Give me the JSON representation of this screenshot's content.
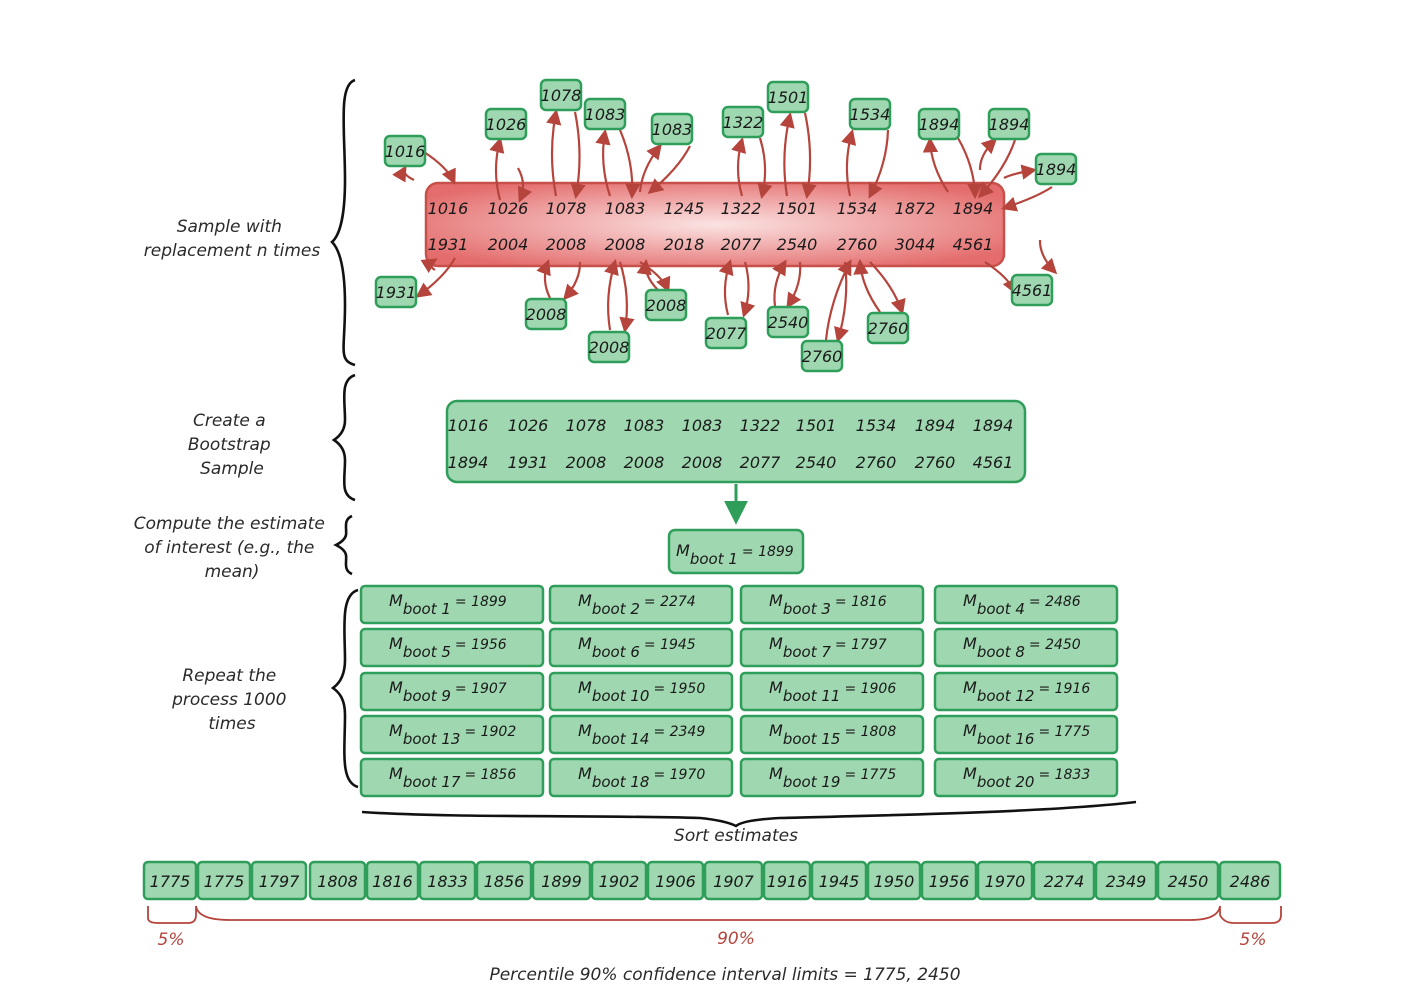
{
  "colors": {
    "green_fill": "#9fd8b0",
    "green_stroke": "#2f9e5a",
    "red_fill": "#e98282",
    "red_stroke": "#c8504a",
    "arrow": "#b5443c"
  },
  "steps": {
    "sample": [
      "Sample with",
      "replacement n times"
    ],
    "bootstrap": [
      "Create a",
      "Bootstrap",
      "Sample"
    ],
    "compute": [
      "Compute the estimate",
      "of interest (e.g., the",
      "mean)"
    ],
    "repeat": [
      "Repeat the",
      "process 1000",
      "times"
    ]
  },
  "original_sample": {
    "row1": [
      "1016",
      "1026",
      "1078",
      "1083",
      "1245",
      "1322",
      "1501",
      "1534",
      "1872",
      "1894"
    ],
    "row2": [
      "1931",
      "2004",
      "2008",
      "2008",
      "2018",
      "2077",
      "2540",
      "2760",
      "3044",
      "4561"
    ]
  },
  "draws": [
    "1016",
    "1026",
    "1078",
    "1083",
    "1083",
    "1322",
    "1501",
    "1534",
    "1894",
    "1894",
    "1894",
    "1931",
    "2008",
    "2008",
    "2008",
    "2077",
    "2540",
    "2760",
    "2760",
    "4561"
  ],
  "bootstrap_sample": {
    "row1": [
      "1016",
      "1026",
      "1078",
      "1083",
      "1083",
      "1322",
      "1501",
      "1534",
      "1894",
      "1894"
    ],
    "row2": [
      "1894",
      "1931",
      "2008",
      "2008",
      "2008",
      "2077",
      "2540",
      "2760",
      "2760",
      "4561"
    ]
  },
  "estimate": {
    "prefix": "M",
    "sub": "boot 1",
    "value": "= 1899"
  },
  "boot_estimates": [
    {
      "sub": "boot 1",
      "value": "= 1899"
    },
    {
      "sub": "boot 2",
      "value": "= 2274"
    },
    {
      "sub": "boot 3",
      "value": "= 1816"
    },
    {
      "sub": "boot 4",
      "value": "= 2486"
    },
    {
      "sub": "boot 5",
      "value": "= 1956"
    },
    {
      "sub": "boot 6",
      "value": "= 1945"
    },
    {
      "sub": "boot 7",
      "value": "= 1797"
    },
    {
      "sub": "boot 8",
      "value": "= 2450"
    },
    {
      "sub": "boot 9",
      "value": "= 1907"
    },
    {
      "sub": "boot 10",
      "value": "= 1950"
    },
    {
      "sub": "boot 11",
      "value": "= 1906"
    },
    {
      "sub": "boot 12",
      "value": "= 1916"
    },
    {
      "sub": "boot 13",
      "value": "= 1902"
    },
    {
      "sub": "boot 14",
      "value": "= 2349"
    },
    {
      "sub": "boot 15",
      "value": "= 1808"
    },
    {
      "sub": "boot 16",
      "value": "= 1775"
    },
    {
      "sub": "boot 17",
      "value": "= 1856"
    },
    {
      "sub": "boot 18",
      "value": "= 1970"
    },
    {
      "sub": "boot 19",
      "value": "= 1775"
    },
    {
      "sub": "boot 20",
      "value": "= 1833"
    }
  ],
  "sort_label": "Sort estimates",
  "sorted": [
    "1775",
    "1775",
    "1797",
    "1808",
    "1816",
    "1833",
    "1856",
    "1899",
    "1902",
    "1906",
    "1907",
    "1916",
    "1945",
    "1950",
    "1956",
    "1970",
    "2274",
    "2349",
    "2450",
    "2486"
  ],
  "tails": {
    "left": "5%",
    "middle": "90%",
    "right": "5%"
  },
  "footer": "Percentile 90% confidence interval limits = 1775, 2450"
}
